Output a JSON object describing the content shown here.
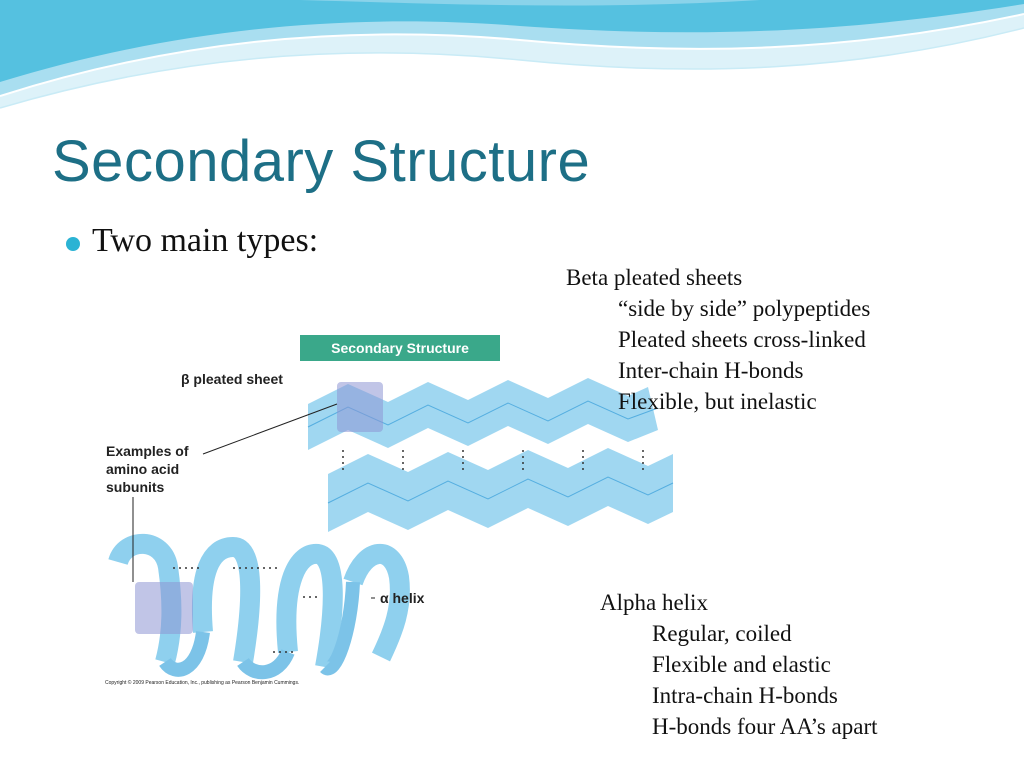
{
  "slide": {
    "title": "Secondary Structure",
    "bullet": "Two main types:",
    "beta_block": {
      "heading": "Beta  pleated sheets",
      "items": [
        "“side by side” polypeptides",
        "Pleated sheets cross-linked",
        "Inter-chain H-bonds",
        "Flexible, but inelastic"
      ]
    },
    "alpha_block": {
      "heading": "Alpha helix",
      "items": [
        "Regular, coiled",
        "Flexible and elastic",
        "Intra-chain H-bonds",
        "H-bonds four AA’s apart"
      ]
    }
  },
  "figure": {
    "banner": "Secondary Structure",
    "sheet_label": "β pleated sheet",
    "examples_label": [
      "Examples of",
      "amino acid",
      "subunits"
    ],
    "helix_label": "α helix",
    "copyright": "Copyright © 2009 Pearson Education, Inc., publishing as Pearson Benjamin Cummings."
  },
  "colors": {
    "title": "#1d6f86",
    "bullet": "#2bb3d4",
    "banner": "#3aa88a",
    "ribbon": "#8fd0ee",
    "highlight": "#8e95d4"
  }
}
